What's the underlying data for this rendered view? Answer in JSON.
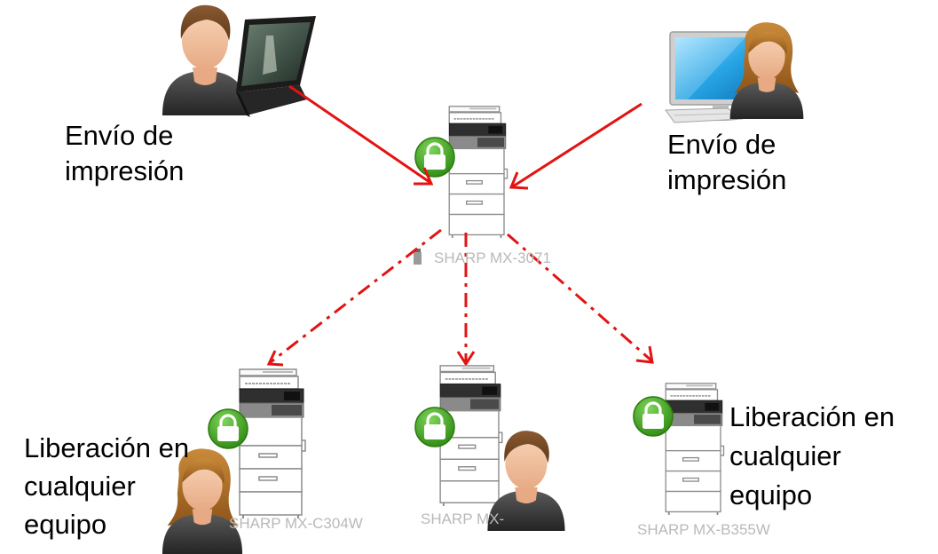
{
  "labels": {
    "send_left_line1": "Envío de",
    "send_left_line2": "impresión",
    "send_right_line1": "Envío de",
    "send_right_line2": "impresión",
    "release_left_line1": "Liberación en",
    "release_left_line2": "cualquier",
    "release_left_line3": "equipo",
    "release_right_line1": "Liberación en",
    "release_right_line2": "cualquier",
    "release_right_line3": "equipo"
  },
  "printers": {
    "central": "SHARP MX-3071",
    "left": "SHARP MX-C304W",
    "middle": "SHARP MX-",
    "right": "SHARP MX-B355W"
  },
  "colors": {
    "arrow": "#e31313",
    "lock": "#3ca21e",
    "laptop_screen": "#3d4e44",
    "monitor_screen": "#29a6e6"
  },
  "icons": [
    "user-icon",
    "laptop-icon",
    "monitor-icon",
    "printer-icon",
    "lock-icon"
  ]
}
